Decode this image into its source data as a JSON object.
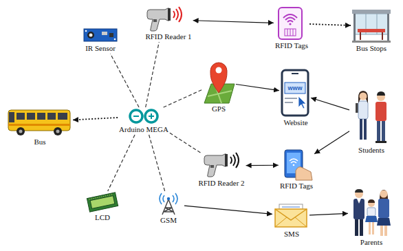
{
  "diagram": {
    "nodes": [
      {
        "text": [
          "IR Sensor"
        ]
      },
      {
        "text": [
          "RFID Reader 1"
        ]
      },
      {
        "text": [
          "RFID Tags"
        ]
      },
      {
        "text": [
          "Bus Stops"
        ]
      },
      {
        "text": [
          "GPS"
        ]
      },
      {
        "text": [
          "Website"
        ]
      },
      {
        "text": [
          "Bus"
        ]
      },
      {
        "text": [
          "Arduino MEGA"
        ]
      },
      {
        "text": [
          "Students"
        ]
      },
      {
        "text": [
          "RFID Reader 2"
        ]
      },
      {
        "text": [
          "RFID Tags"
        ]
      },
      {
        "text": [
          "LCD"
        ]
      },
      {
        "text": [
          "GSM"
        ]
      },
      {
        "text": [
          "SMS"
        ]
      },
      {
        "text": [
          "Parents"
        ]
      }
    ],
    "edges": [
      {
        "from": 1,
        "to": 2,
        "arrow": "both"
      },
      {
        "from": 2,
        "to": 3,
        "arrow": "to"
      },
      {
        "from": 7,
        "to": 0,
        "arrow": "none"
      },
      {
        "from": 7,
        "to": 1,
        "arrow": "none"
      },
      {
        "from": 7,
        "to": 4,
        "arrow": "none"
      },
      {
        "from": 4,
        "to": 5,
        "arrow": "to"
      },
      {
        "from": 8,
        "to": 5,
        "arrow": "to"
      },
      {
        "from": 7,
        "to": 6,
        "arrow": "to"
      },
      {
        "from": 8,
        "to": 10,
        "arrow": "to"
      },
      {
        "from": 7,
        "to": 9,
        "arrow": "none"
      },
      {
        "from": 9,
        "to": 10,
        "arrow": "both"
      },
      {
        "from": 7,
        "to": 11,
        "arrow": "none"
      },
      {
        "from": 7,
        "to": 12,
        "arrow": "none"
      },
      {
        "from": 12,
        "to": 13,
        "arrow": "to"
      },
      {
        "from": 13,
        "to": 14,
        "arrow": "to"
      }
    ],
    "labels": [
      "www"
    ]
  }
}
